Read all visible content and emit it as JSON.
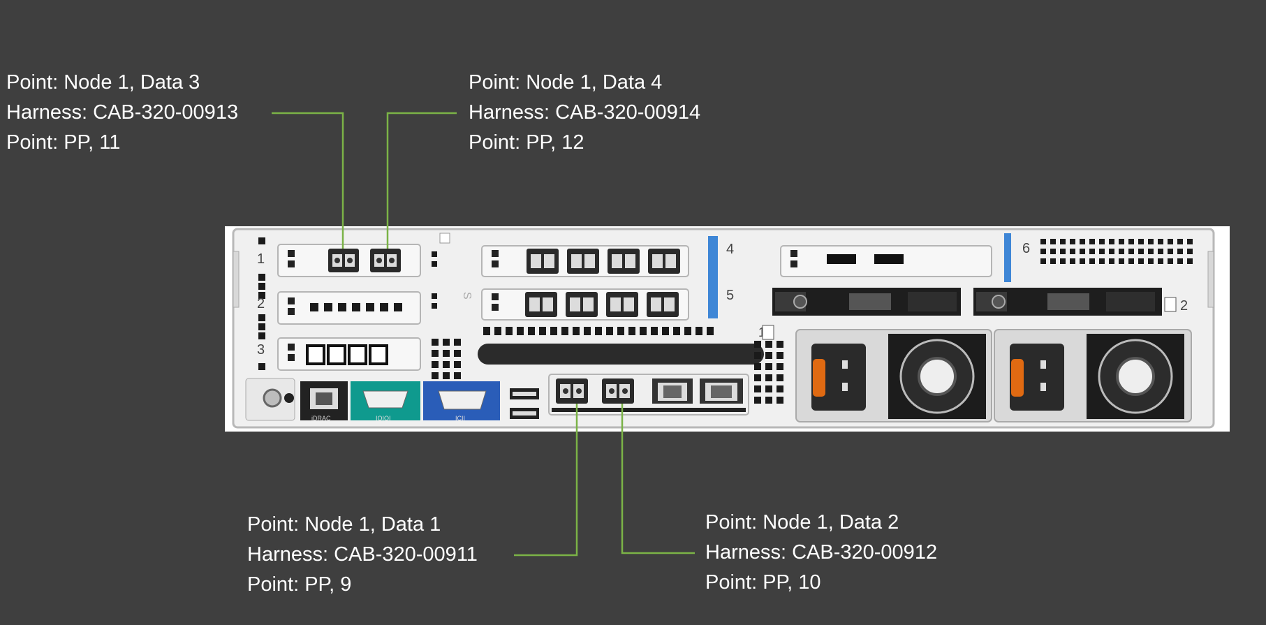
{
  "callouts": {
    "data3": [
      "Point: Node 1, Data 3",
      "Harness: CAB-320-00913",
      "Point: PP, 11"
    ],
    "data4": [
      "Point: Node 1, Data 4",
      "Harness: CAB-320-00914",
      "Point: PP, 12"
    ],
    "data1": [
      "Point: Node 1, Data 1",
      "Harness: CAB-320-00911",
      "Point: PP, 9"
    ],
    "data2": [
      "Point: Node 1, Data 2",
      "Harness: CAB-320-00912",
      "Point: PP, 10"
    ]
  },
  "server_labels": {
    "slot1": "1",
    "slot2": "2",
    "slot3": "3",
    "slot4": "4",
    "slot5": "5",
    "slot6": "6",
    "psu1": "1",
    "psu2": "2",
    "idrac": "iDRAC",
    "serial": "IOIOI",
    "vga": "ICII"
  },
  "colors": {
    "background": "#3f3f3f",
    "leader_line": "#7bb347",
    "chassis": "#f2f2f2",
    "serial_port": "#0f9a8e",
    "vga_port": "#2a5db8",
    "riser_blue": "#3e86d6",
    "psu_handle": "#e06a12"
  }
}
